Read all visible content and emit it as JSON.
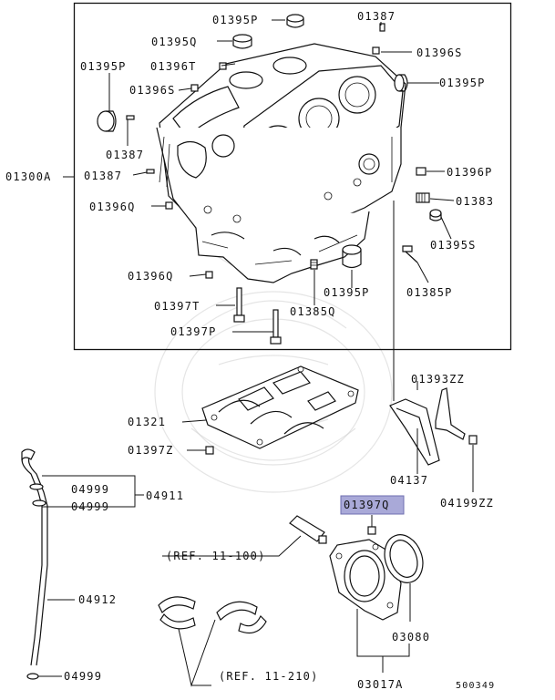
{
  "labels": {
    "p01395P_top": "01395P",
    "p01387_top": "01387",
    "p01395Q_top": "01395Q",
    "p01396S_right": "01396S",
    "p01395P_left": "01395P",
    "p01396T": "01396T",
    "p01395P_right": "01395P",
    "p01396S_left": "01396S",
    "p01387_mid": "01387",
    "p01300A": "01300A",
    "p01387_left": "01387",
    "p01396P": "01396P",
    "p01383": "01383",
    "p01396Q_left": "01396Q",
    "p01395S": "01395S",
    "p01396Q_low": "01396Q",
    "p01395P_low": "01395P",
    "p01385P": "01385P",
    "p01397T": "01397T",
    "p01385Q": "01385Q",
    "p01397P": "01397P",
    "p01393ZZ": "01393ZZ",
    "p01321": "01321",
    "p01397Z": "01397Z",
    "p04137": "04137",
    "p04199ZZ": "04199ZZ",
    "p04999_a": "04999",
    "p04911": "04911",
    "p04999_b": "04999",
    "p01397Q": "01397Q",
    "ref_11_100": "(REF. 11-100)",
    "p04912": "04912",
    "p03080": "03080",
    "p04999_c": "04999",
    "ref_11_210": "(REF. 11-210)",
    "p03017A": "03017A",
    "diagram_no": "500349"
  },
  "colors": {
    "highlight_fill": "#a9a9d8",
    "line": "#111111",
    "watermark": "#cfcfcf"
  }
}
